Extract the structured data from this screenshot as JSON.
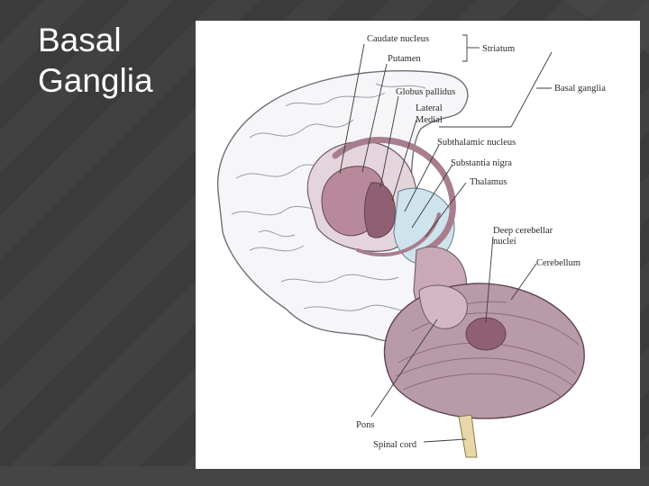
{
  "slide": {
    "title": "Basal\nGanglia"
  },
  "figure": {
    "labels": {
      "caudate": "Caudate nucleus",
      "putamen": "Putamen",
      "striatum": "Striatum",
      "globus": "Globus pallidus",
      "lateral": "Lateral",
      "medial": "Medial",
      "basal": "Basal ganglia",
      "subthalamic": "Subthalamic nucleus",
      "substantia": "Substantia nigra",
      "thalamus": "Thalamus",
      "deep1": "Deep cerebellar",
      "deep2": "nuclei",
      "cerebellum": "Cerebellum",
      "pons": "Pons",
      "spinal": "Spinal cord"
    },
    "colors": {
      "slide_bg": "#3a3a3a",
      "cortex": "#f6f6f8",
      "basal_ganglia": "#b8899a",
      "thalamus": "#cfe3ec",
      "cerebellum": "#b89aa8"
    }
  }
}
